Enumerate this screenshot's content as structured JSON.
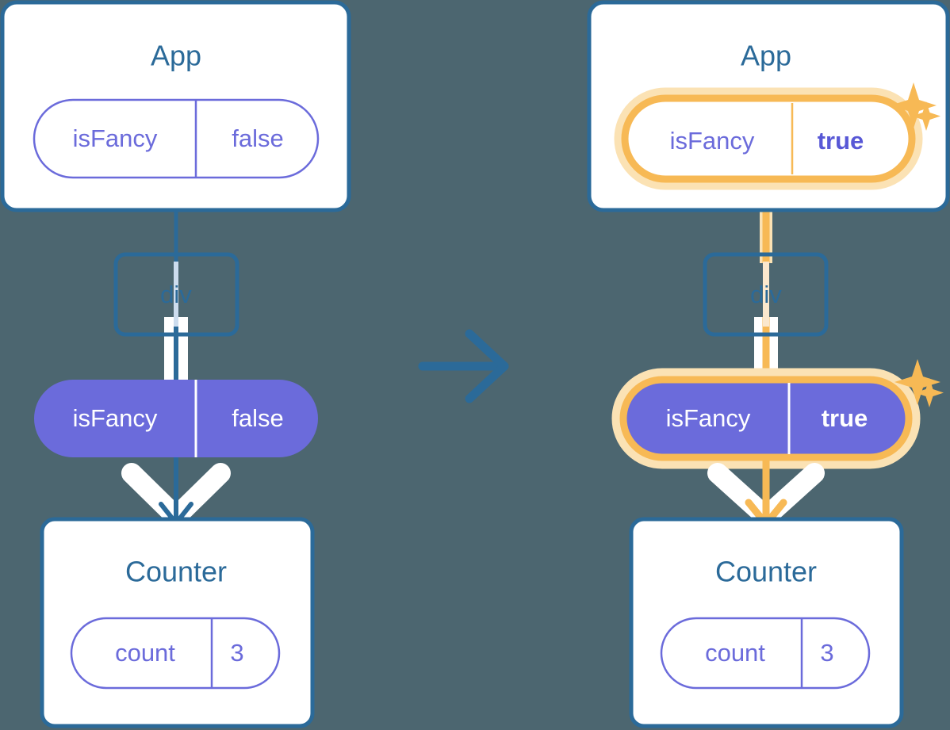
{
  "theme": {
    "background": "#4c6670",
    "card_fill": "#ffffff",
    "card_border": "#2b6a99",
    "title_color": "#2b6a99",
    "state_purple": "#6b6bdb",
    "state_purple_text": "#ffffff",
    "pill_outline": "#6b6bdb",
    "highlight_orange": "#f7b955",
    "highlight_orange_soft": "#fbe2b4",
    "arrow_white": "#ffffff",
    "line_blue": "#2b6a99",
    "line_blue_faint": "#ccdcee"
  },
  "transition_arrow": {
    "icon": "arrow-right-icon",
    "color": "#2b6a99"
  },
  "panels": [
    {
      "id": "before",
      "app": {
        "title": "App",
        "state_pill": {
          "key": "isFancy",
          "value": "false",
          "style": "outline",
          "highlighted": false,
          "value_bold": false
        }
      },
      "div": {
        "label": "div"
      },
      "prop_pill": {
        "key": "isFancy",
        "value": "false",
        "style": "filled",
        "highlighted": false,
        "value_bold": false
      },
      "counter": {
        "title": "Counter",
        "state_pill": {
          "key": "count",
          "value": "3",
          "style": "outline",
          "highlighted": false,
          "value_bold": false
        }
      },
      "sparkles": []
    },
    {
      "id": "after",
      "app": {
        "title": "App",
        "state_pill": {
          "key": "isFancy",
          "value": "true",
          "style": "outline",
          "highlighted": true,
          "value_bold": true
        }
      },
      "div": {
        "label": "div"
      },
      "prop_pill": {
        "key": "isFancy",
        "value": "true",
        "style": "filled",
        "highlighted": true,
        "value_bold": true
      },
      "counter": {
        "title": "Counter",
        "state_pill": {
          "key": "count",
          "value": "3",
          "style": "outline",
          "highlighted": false,
          "value_bold": false
        }
      },
      "sparkles": [
        {
          "name": "sparkle-large-top",
          "size": "large"
        },
        {
          "name": "sparkle-small-top",
          "size": "small"
        },
        {
          "name": "sparkle-large-mid",
          "size": "large"
        },
        {
          "name": "sparkle-small-mid",
          "size": "small"
        }
      ]
    }
  ]
}
